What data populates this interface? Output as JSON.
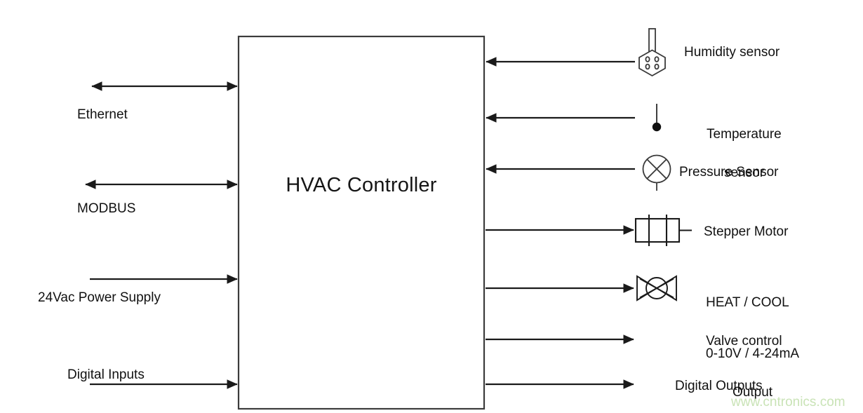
{
  "diagram": {
    "title": "HVAC Controller",
    "block": {
      "label": "HVAC Controller"
    },
    "watermark": "www.cntronics.com",
    "colors": {
      "line": "#1a1a1a",
      "box_border": "#3c3c3c",
      "text": "#111111",
      "watermark": "#c9e3b6",
      "background": "#ffffff"
    },
    "left_ports": [
      {
        "label": "Ethernet",
        "direction": "bidirectional",
        "icon": "double-arrow-icon"
      },
      {
        "label": "MODBUS",
        "direction": "bidirectional",
        "icon": "double-arrow-icon"
      },
      {
        "label": "24Vac Power Supply",
        "direction": "input",
        "icon": "arrow-right-icon"
      },
      {
        "label": "Digital Inputs",
        "direction": "input",
        "icon": "arrow-right-icon"
      }
    ],
    "right_inputs": [
      {
        "label": "Humidity sensor",
        "direction": "input",
        "icon": "humidity-sensor-icon"
      },
      {
        "label_line1": "Temperature",
        "label_line2": "sensor",
        "direction": "input",
        "icon": "temperature-sensor-icon"
      },
      {
        "label": "Pressure Sensor",
        "direction": "input",
        "icon": "pressure-sensor-icon"
      }
    ],
    "right_outputs": [
      {
        "label": "Stepper Motor",
        "direction": "output",
        "icon": "stepper-motor-icon"
      },
      {
        "label_line1": "HEAT / COOL",
        "label_line2": "Valve control",
        "direction": "output",
        "icon": "valve-icon"
      },
      {
        "label_line1": "0-10V / 4-24mA",
        "label_line2": "Output",
        "direction": "output",
        "icon": "none"
      },
      {
        "label": "Digital Outputs",
        "direction": "output",
        "icon": "none"
      }
    ]
  }
}
